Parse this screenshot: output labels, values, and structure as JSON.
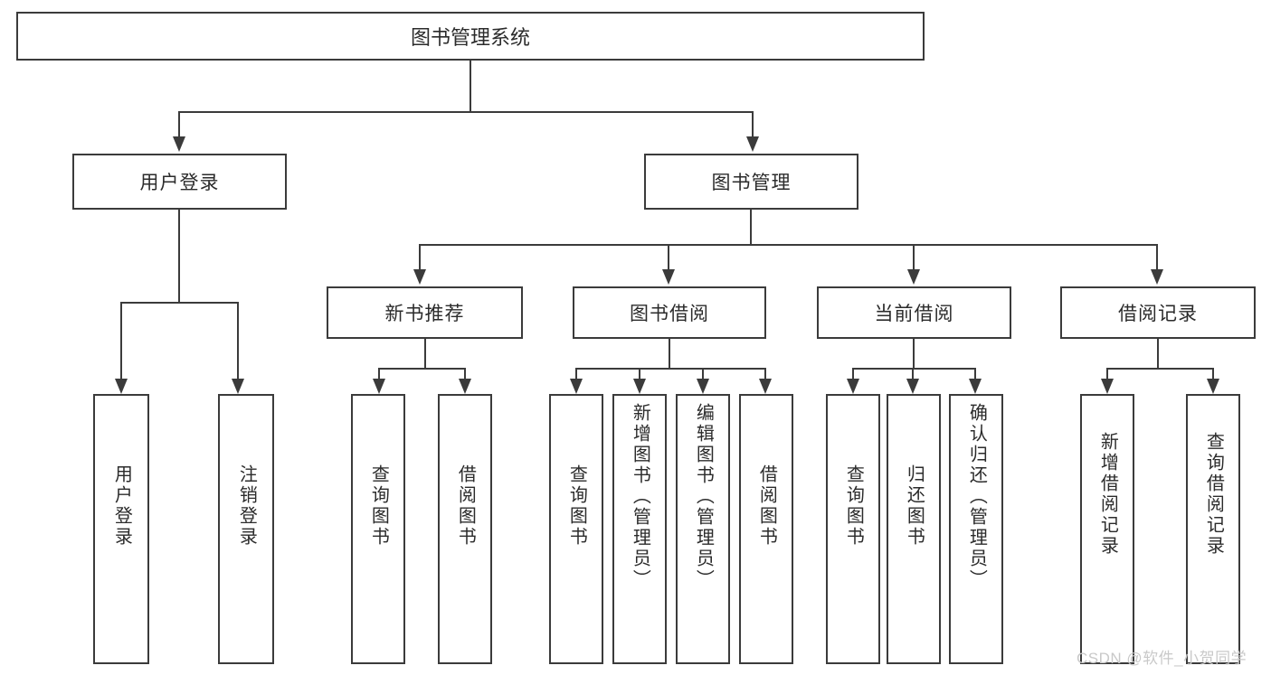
{
  "diagram": {
    "title": "图书管理系统",
    "type": "hierarchy-tree",
    "root": {
      "label": "图书管理系统"
    },
    "level1": [
      {
        "label": "用户登录"
      },
      {
        "label": "图书管理"
      }
    ],
    "level2": [
      {
        "label": "新书推荐",
        "parent": "图书管理"
      },
      {
        "label": "图书借阅",
        "parent": "图书管理"
      },
      {
        "label": "当前借阅",
        "parent": "图书管理"
      },
      {
        "label": "借阅记录",
        "parent": "图书管理"
      }
    ],
    "leaves": {
      "user_login": [
        {
          "label": "用户登录"
        },
        {
          "label": "注销登录"
        }
      ],
      "new_book_recommend": [
        {
          "label": "查询图书"
        },
        {
          "label": "借阅图书"
        }
      ],
      "book_borrow": [
        {
          "label": "查询图书"
        },
        {
          "label": "新增图书（管理员）"
        },
        {
          "label": "编辑图书（管理员）"
        },
        {
          "label": "借阅图书"
        }
      ],
      "current_borrow": [
        {
          "label": "查询图书"
        },
        {
          "label": "归还图书"
        },
        {
          "label": "确认归还（管理员）"
        }
      ],
      "borrow_record": [
        {
          "label": "新增借阅记录"
        },
        {
          "label": "查询借阅记录"
        }
      ]
    }
  },
  "watermark": {
    "text": "CSDN @软件_小贺同学"
  },
  "colors": {
    "stroke": "#3b3b3b",
    "text": "#2b2b2b",
    "background": "#ffffff",
    "watermark": "#c9c9c9"
  }
}
